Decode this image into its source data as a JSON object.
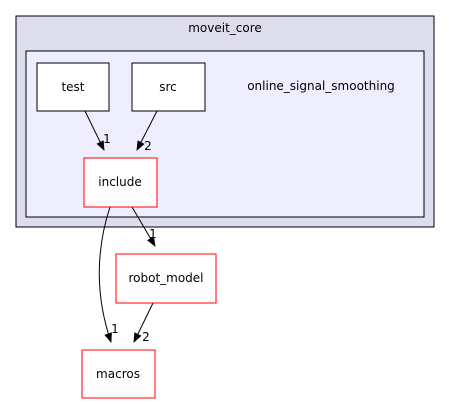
{
  "colors": {
    "outer_cluster_fill": "#ddddee",
    "inner_cluster_fill": "#eeeeff",
    "node_border_normal": "#000000",
    "node_border_highlight": "#ff0000",
    "edge": "#000000"
  },
  "clusters": {
    "outer": {
      "label": "moveit_core"
    },
    "inner": {
      "label": "online_signal_smoothing"
    }
  },
  "nodes": {
    "test": {
      "label": "test"
    },
    "src": {
      "label": "src"
    },
    "include": {
      "label": "include"
    },
    "robot_model": {
      "label": "robot_model"
    },
    "macros": {
      "label": "macros"
    }
  },
  "edges": {
    "test_include": {
      "label": "1"
    },
    "src_include": {
      "label": "2"
    },
    "include_robot_model": {
      "label": "1"
    },
    "include_macros": {
      "label": "1"
    },
    "robot_model_macros": {
      "label": "2"
    }
  }
}
